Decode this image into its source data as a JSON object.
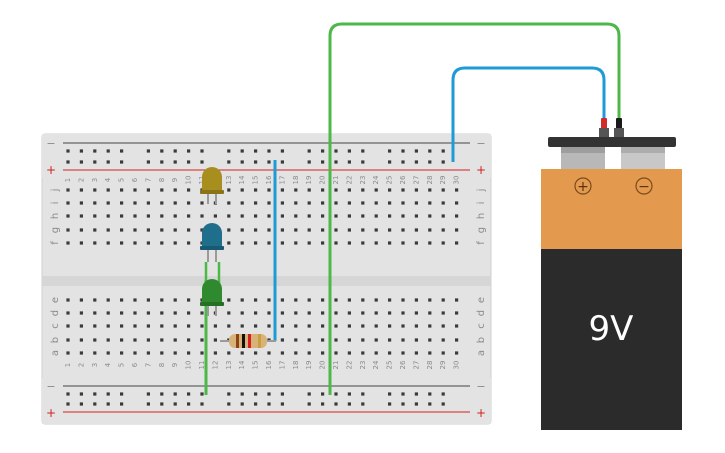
{
  "breadboard": {
    "column_count": 30,
    "row_letters_top": [
      "j",
      "i",
      "h",
      "g",
      "f"
    ],
    "row_letters_bottom": [
      "e",
      "d",
      "c",
      "b",
      "a"
    ],
    "rail_minus_label": "−",
    "rail_plus_label": "+",
    "colors": {
      "body": "#e3e3e3",
      "rail_red": "#d02020",
      "rail_dark": "#444444",
      "hole": "#3a3a3a"
    }
  },
  "components": {
    "led_yellow": {
      "color": "#a88e1f"
    },
    "led_blue": {
      "color": "#1f6e8c"
    },
    "led_green": {
      "color": "#2f8a2f"
    },
    "resistor": {
      "body_color": "#d9b27a",
      "bands": [
        "#8b4513",
        "#111111",
        "#d42020",
        "#c8a040"
      ]
    }
  },
  "wires": {
    "green": {
      "color": "#4cb848"
    },
    "blue": {
      "color": "#1e9ad6"
    }
  },
  "battery": {
    "label": "9V",
    "plus_symbol": "+",
    "minus_symbol": "−",
    "colors": {
      "top": "#e39a4f",
      "body": "#2b2b2b",
      "cap": "#333333",
      "terminal": "#c8c8c8"
    }
  }
}
